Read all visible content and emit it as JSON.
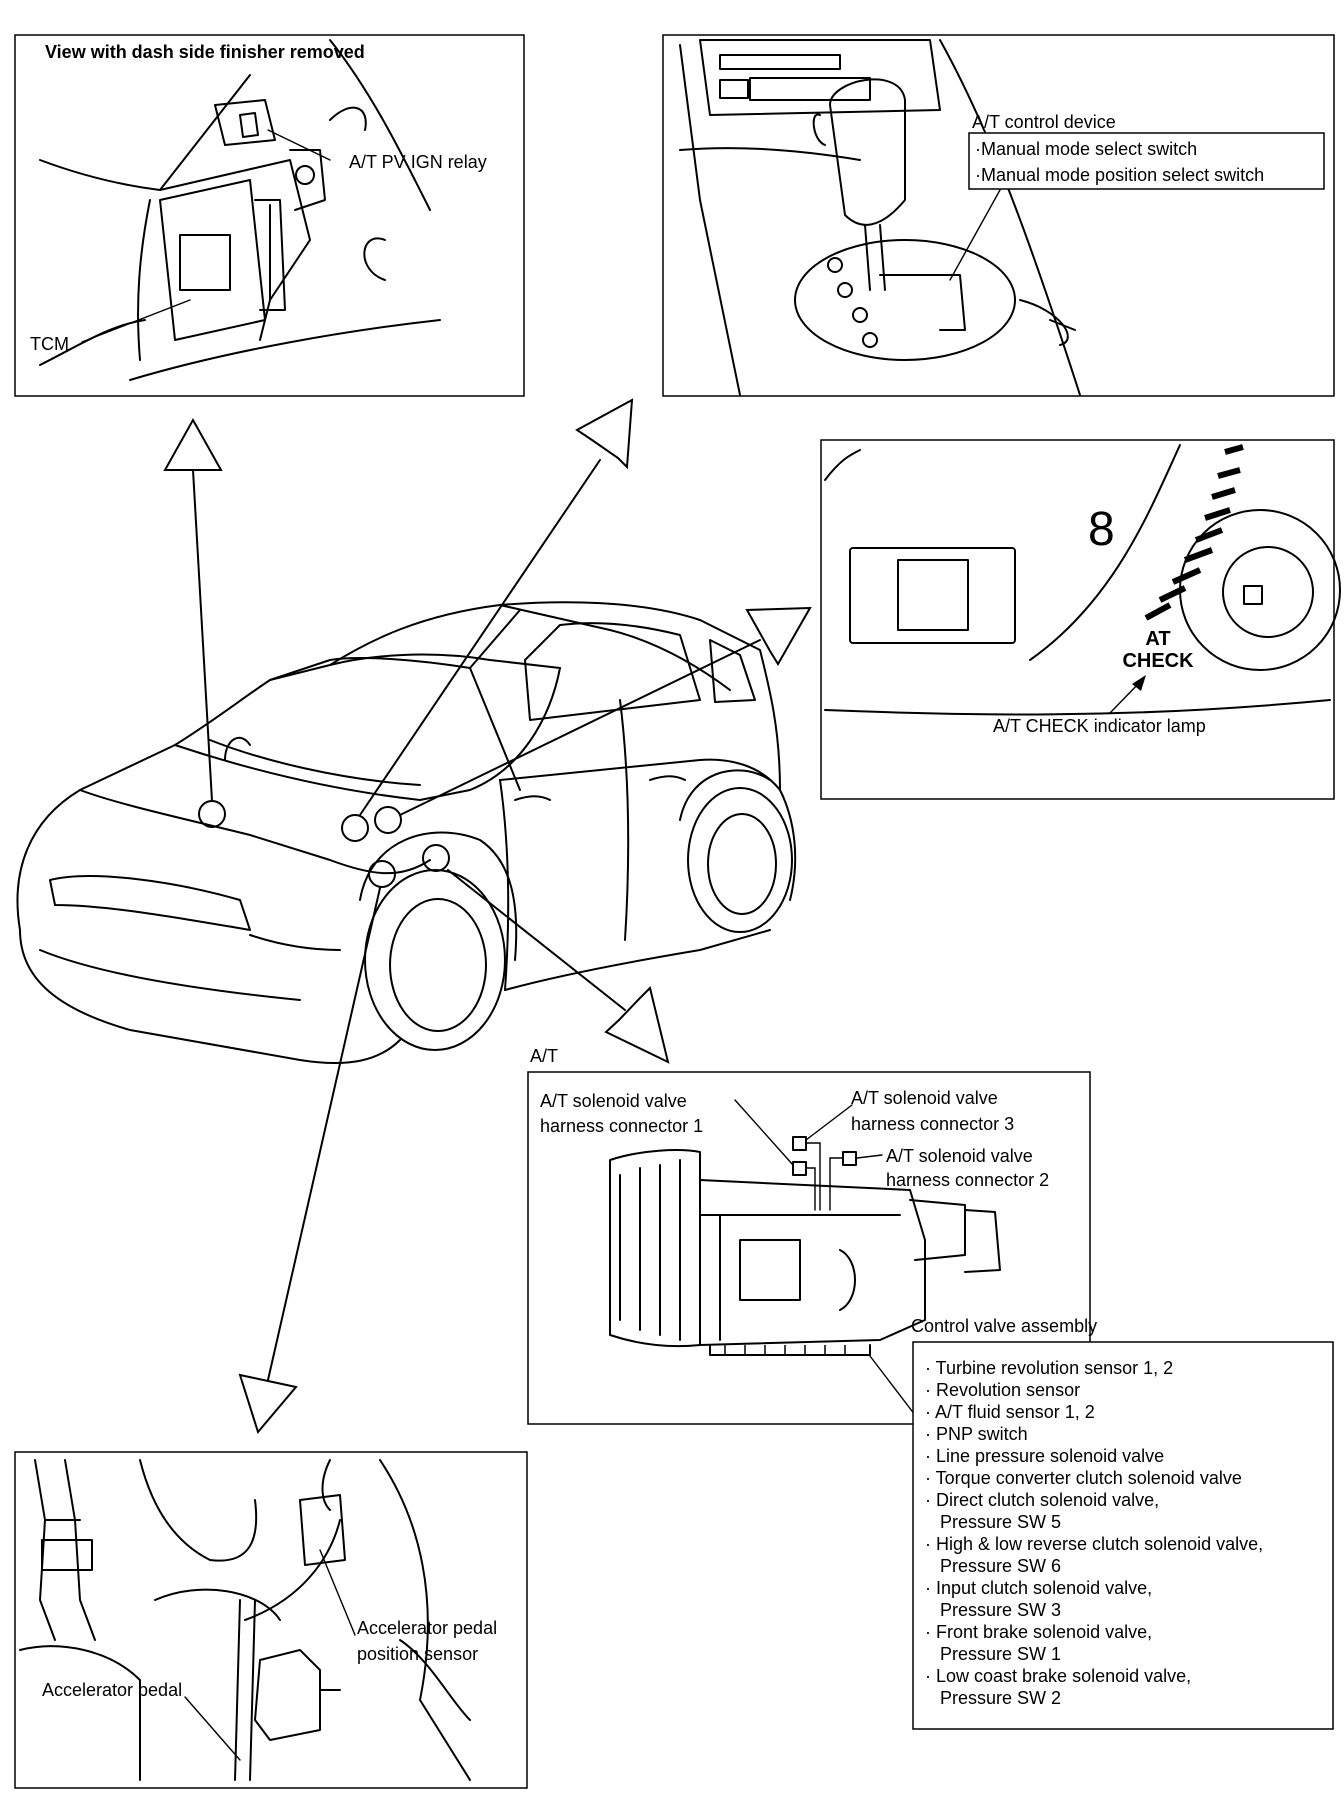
{
  "panels": {
    "tcm": {
      "caption": "View with dash side finisher removed",
      "relay_label": "A/T PV IGN relay",
      "tcm_label": "TCM"
    },
    "shifter": {
      "title": "A/T control device",
      "items": [
        "·Manual mode select switch",
        "·Manual mode position select switch"
      ]
    },
    "meter": {
      "digit": "8",
      "lamp_line1": "AT",
      "lamp_line2": "CHECK",
      "lamp_label": "A/T CHECK indicator lamp"
    },
    "transmission": {
      "section_label": "A/T",
      "connector1": [
        "A/T solenoid valve",
        "harness connector 1"
      ],
      "connector3": [
        "A/T solenoid valve",
        "harness connector 3"
      ],
      "connector2": [
        "A/T solenoid valve",
        "harness connector 2"
      ],
      "cva_label": "Control valve assembly",
      "cva_items": [
        "· Turbine revolution sensor 1, 2",
        "· Revolution sensor",
        "· A/T fluid sensor 1, 2",
        "· PNP switch",
        "· Line pressure solenoid valve",
        "· Torque converter clutch solenoid valve",
        "· Direct clutch solenoid valve,",
        "   Pressure SW 5",
        "· High & low reverse clutch solenoid valve,",
        "   Pressure SW 6",
        "· Input clutch solenoid valve,",
        "   Pressure SW 3",
        "· Front brake solenoid valve,",
        "   Pressure SW 1",
        "· Low coast brake solenoid valve,",
        "   Pressure SW 2"
      ]
    },
    "pedal": {
      "sensor_label": [
        "Accelerator pedal",
        "position sensor"
      ],
      "pedal_label": "Accelerator pedal"
    }
  }
}
